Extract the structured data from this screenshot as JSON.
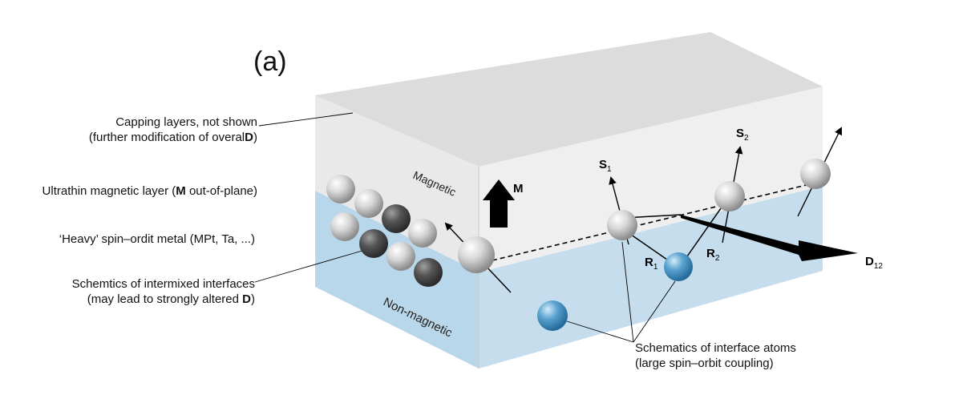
{
  "panel_label": "(a)",
  "left_labels": {
    "capping_1": "Capping layers, not shown",
    "capping_2a": "(further modification of overal",
    "capping_2b": "D",
    "capping_2c": ")",
    "ultrathin_a": "Ultrathin magnetic layer (",
    "ultrathin_b": "M",
    "ultrathin_c": " out-of-plane)",
    "heavy": "‘Heavy’ spin–ordit metal (MPt, Ta, ...)",
    "schem_1": "Schemtics of intermixed interfaces",
    "schem_2a": "(may lead to strongly altered ",
    "schem_2b": "D",
    "schem_2c": ")"
  },
  "layer_labels": {
    "magnetic": "Magnetic",
    "non_magnetic": "Non-magnetic"
  },
  "vector_labels": {
    "M": "M",
    "S1_base": "S",
    "S1_sub": "1",
    "S2_base": "S",
    "S2_sub": "2",
    "R1_base": "R",
    "R1_sub": "1",
    "R2_base": "R",
    "R2_sub": "2",
    "D12_base": "D",
    "D12_sub": "12"
  },
  "bottom_labels": {
    "atoms_1": "Schematics of interface atoms",
    "atoms_2": "(large spin–orbit coupling)"
  },
  "colors": {
    "top_face": "#dcdcdc",
    "front_upper": "#e8e8e8",
    "side_upper": "#ededed",
    "front_lower": "#b9d7ea",
    "side_lower": "#c3dcec",
    "light_atom": "#d2d2d2",
    "dark_atom": "#505050",
    "blue_atom": "#4f98c6"
  }
}
